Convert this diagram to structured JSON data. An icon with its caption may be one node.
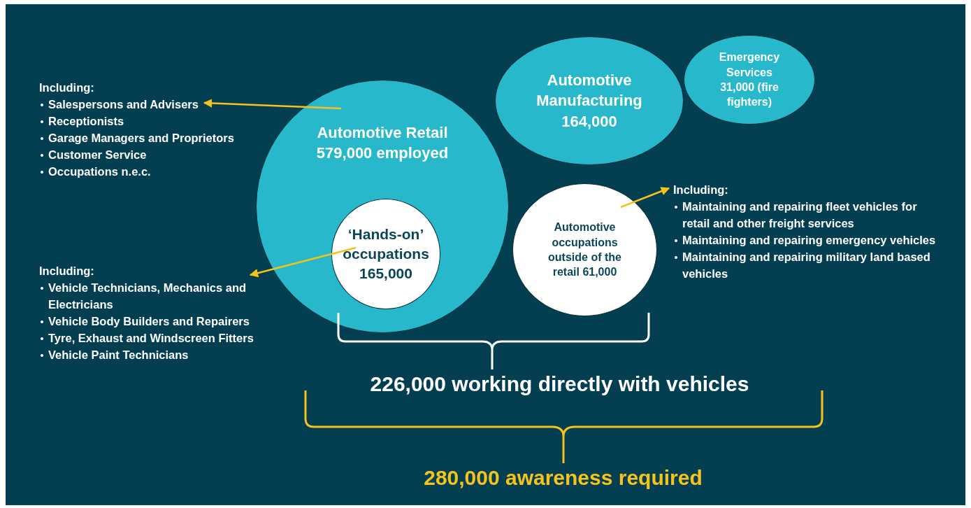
{
  "diagram": {
    "nodes": [
      {
        "text": [
          "Automotive Retail 579,000 employed"
        ]
      },
      {
        "text": [
          "‘Hands-on’ occupations 165,000"
        ],
        "in": 0
      },
      {
        "text": [
          "Automotive Manufacturing 164,000"
        ]
      },
      {
        "text": [
          "Emergency Services 31,000 (fire fighters)"
        ]
      },
      {
        "text": [
          "Automotive occupations outside of the retail 61,000"
        ]
      },
      {
        "text": [
          "Including:",
          "Salespersons and Advisers",
          "Receptionists",
          "Garage Managers and Proprietors",
          "Customer Service",
          "Occupations n.e.c."
        ]
      },
      {
        "text": [
          "Including:",
          "Vehicle Technicians, Mechanics and Electricians",
          "Vehicle Body Builders and Repairers",
          "Tyre, Exhaust and Windscreen Fitters",
          "Vehicle Paint Technicians"
        ]
      },
      {
        "text": [
          "Including:",
          "Maintaining and repairing fleet vehicles for retail and other freight services",
          "Maintaining and repairing emergency vehicles",
          "Maintaining and repairing military land based vehicles"
        ]
      }
    ],
    "edges": [
      {
        "from": 0,
        "to": 5,
        "arrow": "to"
      },
      {
        "from": 1,
        "to": 6,
        "arrow": "to"
      },
      {
        "from": 4,
        "to": 7,
        "arrow": "to"
      }
    ],
    "labels": [
      "226,000 working directly with vehicles",
      "280,000 awareness required"
    ]
  }
}
